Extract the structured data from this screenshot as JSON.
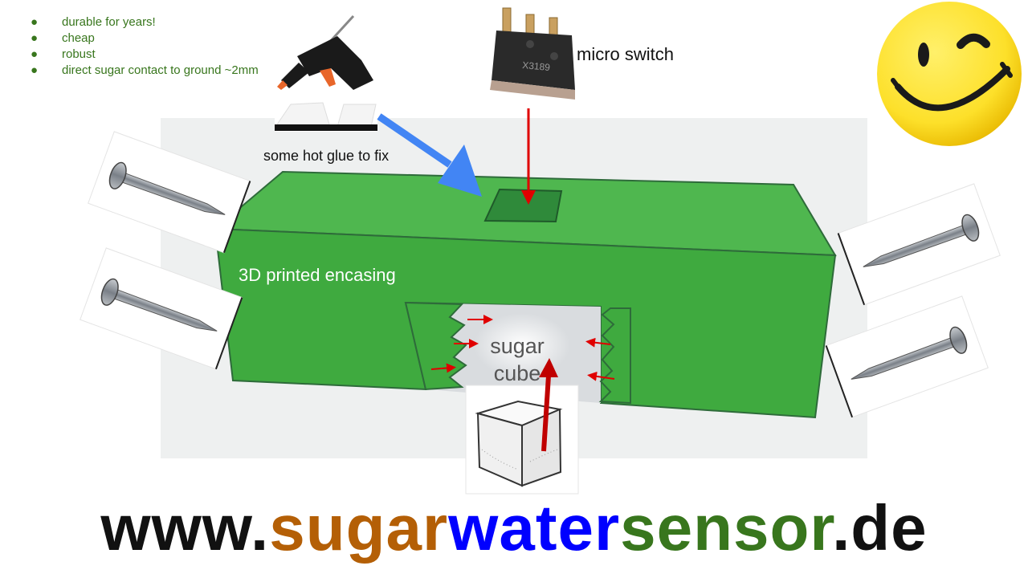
{
  "bullets": {
    "marker": "●",
    "items": [
      "durable for years!",
      "cheap",
      "robust",
      "direct sugar contact to  ground ~2mm"
    ]
  },
  "labels": {
    "hot_glue": "some hot glue to fix",
    "micro_switch": "micro switch",
    "encasing": "3D printed encasing",
    "sugar_line1": "sugar",
    "sugar_line2": "cube"
  },
  "switch_marking": "X3189",
  "url": {
    "prefix": "www.",
    "part_sugar": "sugar",
    "part_water": "water",
    "part_sensor": "sensor",
    "suffix": ".de"
  },
  "colors": {
    "encasing_green": "#3faa3f",
    "arrow_blue": "#4285f4",
    "arrow_red": "#e00000",
    "bullet_text": "#38761d",
    "url_sugar": "#b45f06",
    "url_water": "#0000ff",
    "url_sensor": "#38761d",
    "smiley_yellow": "#fde02a"
  },
  "icons": [
    "hot-glue-gun-icon",
    "micro-switch-icon",
    "nail-icon",
    "sugar-cube-icon",
    "winking-smiley-icon"
  ]
}
